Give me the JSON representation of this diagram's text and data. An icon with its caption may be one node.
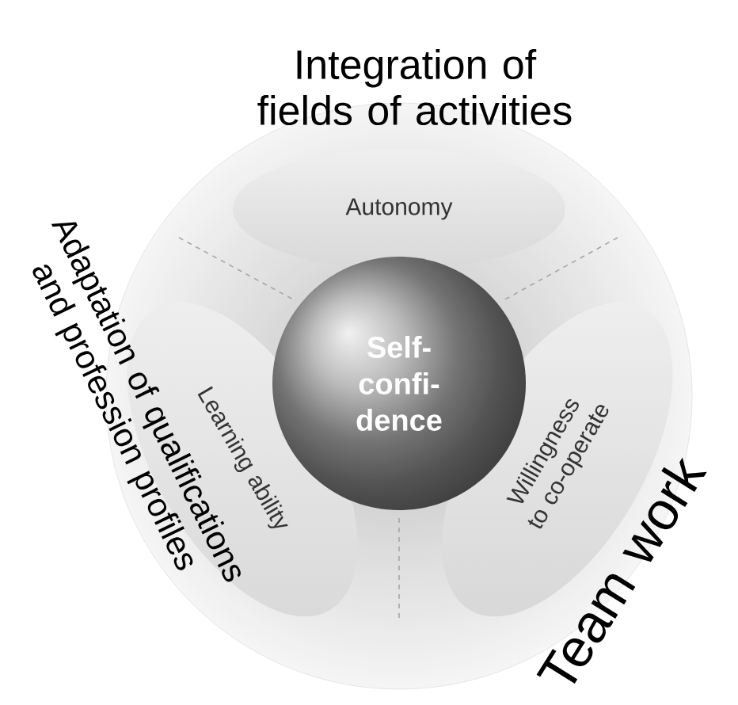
{
  "diagram": {
    "nodes": [
      {
        "text": [],
        "shape": "circle"
      },
      {
        "text": [
          "Autonomy"
        ],
        "in": 0
      },
      {
        "text": [
          "Learning ability"
        ],
        "in": 0
      },
      {
        "text": [
          "Self- confi- dence"
        ],
        "in": 0
      },
      {
        "text": [
          "Willingness to co-operate"
        ],
        "in": 0
      }
    ],
    "labels": [
      "Integration of fields of activities",
      "Adaptation of qualifications and profession profiles",
      "Team work"
    ]
  }
}
